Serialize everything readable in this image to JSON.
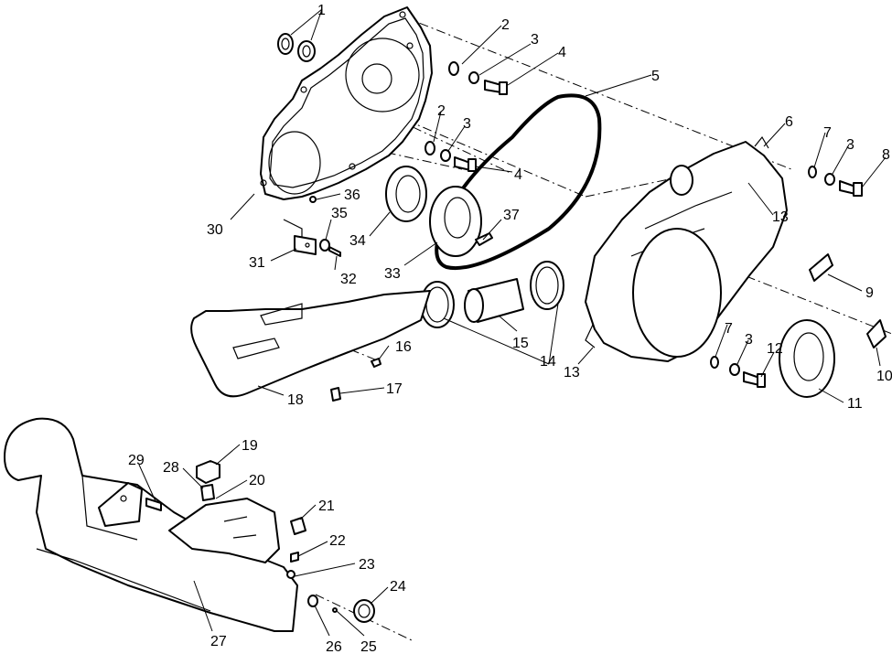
{
  "callouts": [
    {
      "id": "c1",
      "text": "1"
    },
    {
      "id": "c2a",
      "text": "2"
    },
    {
      "id": "c3a",
      "text": "3"
    },
    {
      "id": "c4a",
      "text": "4"
    },
    {
      "id": "c5",
      "text": "5"
    },
    {
      "id": "c2b",
      "text": "2"
    },
    {
      "id": "c3b",
      "text": "3"
    },
    {
      "id": "c4b",
      "text": "4"
    },
    {
      "id": "c6",
      "text": "6"
    },
    {
      "id": "c7a",
      "text": "7"
    },
    {
      "id": "c3c",
      "text": "3"
    },
    {
      "id": "c8",
      "text": "8"
    },
    {
      "id": "c13a",
      "text": "13"
    },
    {
      "id": "c36",
      "text": "36"
    },
    {
      "id": "c35",
      "text": "35"
    },
    {
      "id": "c30",
      "text": "30"
    },
    {
      "id": "c37",
      "text": "37"
    },
    {
      "id": "c34",
      "text": "34"
    },
    {
      "id": "c31",
      "text": "31"
    },
    {
      "id": "c32",
      "text": "32"
    },
    {
      "id": "c33",
      "text": "33"
    },
    {
      "id": "c9",
      "text": "9"
    },
    {
      "id": "c7b",
      "text": "7"
    },
    {
      "id": "c3d",
      "text": "3"
    },
    {
      "id": "c12",
      "text": "12"
    },
    {
      "id": "c15",
      "text": "15"
    },
    {
      "id": "c16",
      "text": "16"
    },
    {
      "id": "c13b",
      "text": "13"
    },
    {
      "id": "c14",
      "text": "14"
    },
    {
      "id": "c10",
      "text": "10"
    },
    {
      "id": "c17",
      "text": "17"
    },
    {
      "id": "c18",
      "text": "18"
    },
    {
      "id": "c11",
      "text": "11"
    },
    {
      "id": "c19",
      "text": "19"
    },
    {
      "id": "c28",
      "text": "28"
    },
    {
      "id": "c29",
      "text": "29"
    },
    {
      "id": "c20",
      "text": "20"
    },
    {
      "id": "c21",
      "text": "21"
    },
    {
      "id": "c22",
      "text": "22"
    },
    {
      "id": "c23",
      "text": "23"
    },
    {
      "id": "c24",
      "text": "24"
    },
    {
      "id": "c27",
      "text": "27"
    },
    {
      "id": "c26",
      "text": "26"
    },
    {
      "id": "c25",
      "text": "25"
    }
  ]
}
